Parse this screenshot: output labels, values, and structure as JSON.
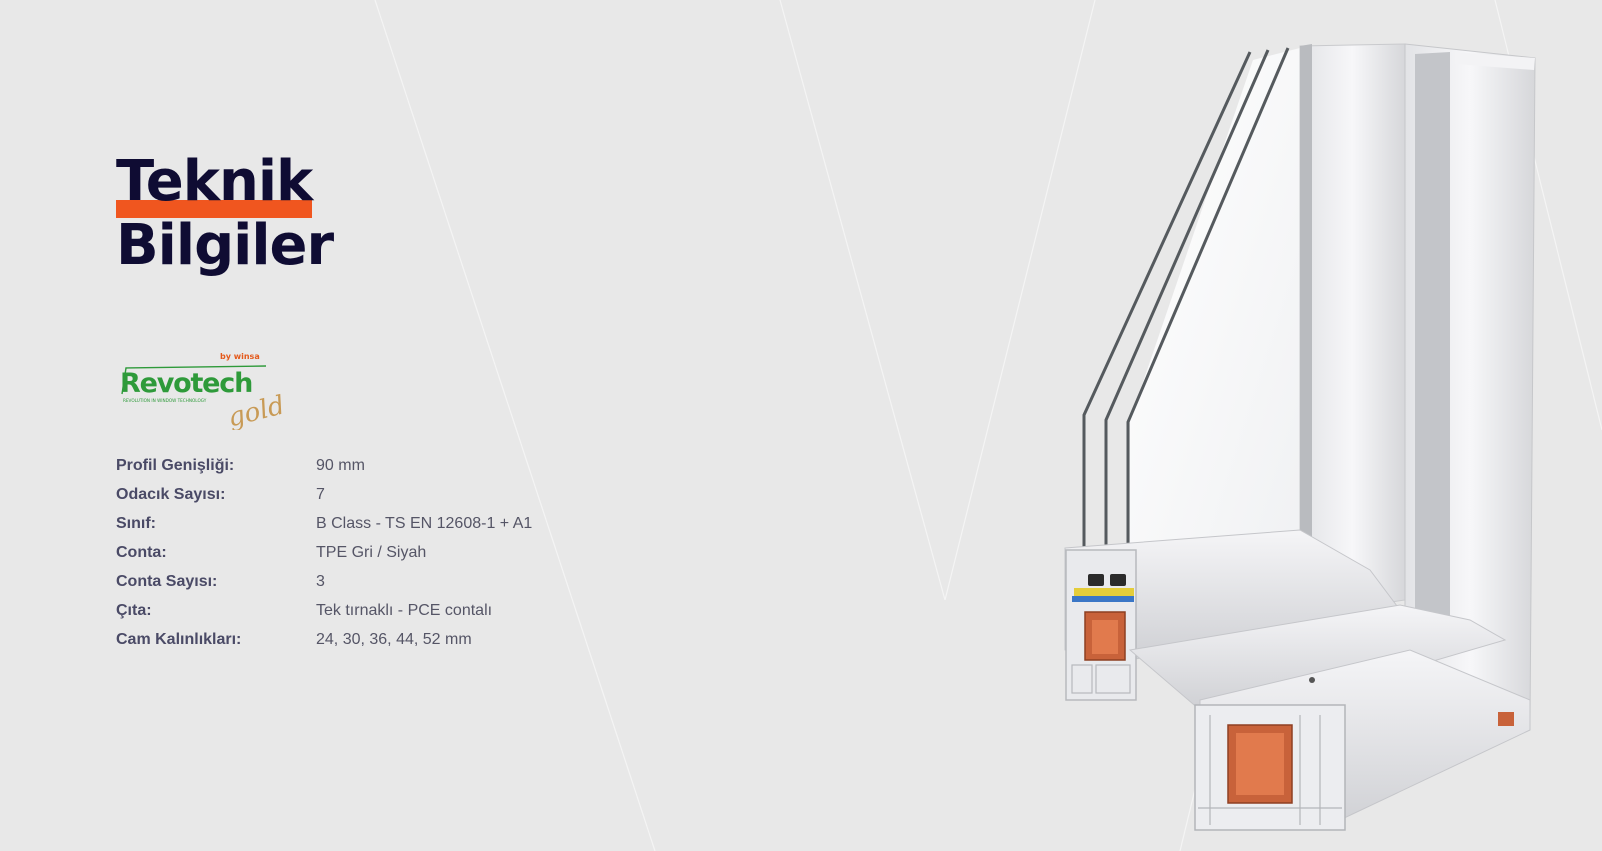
{
  "header": {
    "title_line1": "Teknik",
    "title_line2": "Bilgiler"
  },
  "logo": {
    "brand": "Revotech",
    "by": "by winsa",
    "tagline": "REVOLUTION IN WINDOW TECHNOLOGY",
    "edition": "gold"
  },
  "colors": {
    "background": "#e8e8e8",
    "title": "#0f0c33",
    "accent": "#f0561f",
    "logo_green": "#2e9a3a",
    "logo_orange": "#e45a1c",
    "logo_gold": "#c89a55"
  },
  "specs": [
    {
      "label": "Profil Genişliği:",
      "value": "90 mm"
    },
    {
      "label": "Odacık Sayısı:",
      "value": "7"
    },
    {
      "label": "Sınıf:",
      "value": "B Class - TS EN 12608-1 + A1"
    },
    {
      "label": "Conta:",
      "value": "TPE Gri / Siyah"
    },
    {
      "label": "Conta Sayısı:",
      "value": "3"
    },
    {
      "label": "Çıta:",
      "value": "Tek tırnaklı - PCE contalı"
    },
    {
      "label": "Cam Kalınlıkları:",
      "value": "24, 30, 36, 44, 52 mm"
    }
  ],
  "product_image": {
    "icon": "window-profile-cross-section-icon"
  }
}
